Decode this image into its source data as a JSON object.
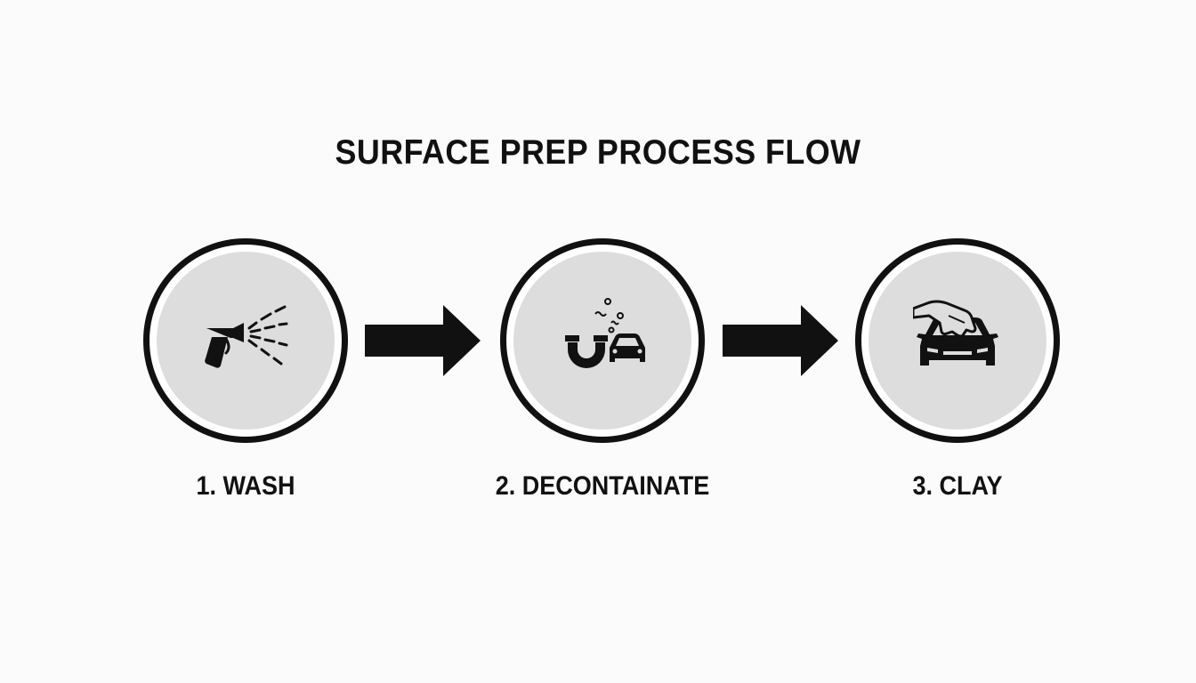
{
  "title": "SURFACE PREP PROCESS FLOW",
  "steps": [
    {
      "label": "1. WASH",
      "icon": "spray-gun-icon"
    },
    {
      "label": "2. DECONTAINATE",
      "icon": "magnet-car-icon"
    },
    {
      "label": "3. CLAY",
      "icon": "hand-on-car-icon"
    }
  ],
  "colors": {
    "background": "#fbfbfb",
    "ink": "#111111",
    "circle_fill": "#dddddd"
  }
}
